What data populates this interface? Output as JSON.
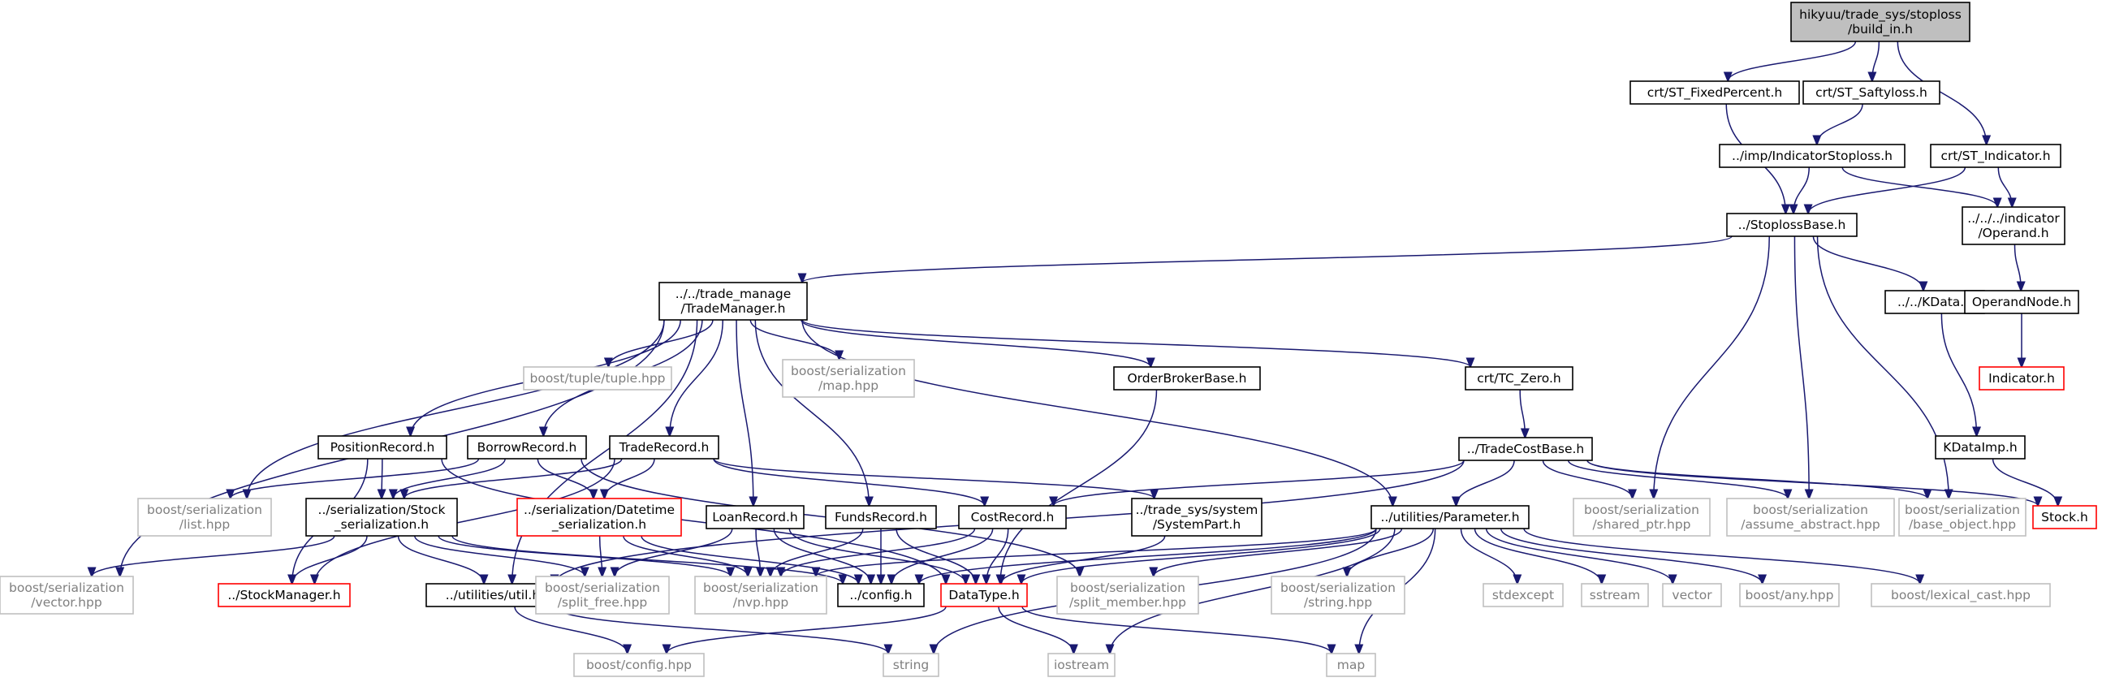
{
  "nodes": [
    {
      "id": "root",
      "lines": [
        "hikyuu/trade_sys/stoploss",
        "/build_in.h"
      ],
      "style": "root"
    },
    {
      "id": "fixedpercent",
      "lines": [
        "crt/ST_FixedPercent.h"
      ],
      "style": "normal"
    },
    {
      "id": "saftyloss",
      "lines": [
        "crt/ST_Saftyloss.h"
      ],
      "style": "normal"
    },
    {
      "id": "stindicator",
      "lines": [
        "crt/ST_Indicator.h"
      ],
      "style": "normal"
    },
    {
      "id": "indicatorstoploss",
      "lines": [
        "../imp/IndicatorStoploss.h"
      ],
      "style": "normal"
    },
    {
      "id": "stoplossbase",
      "lines": [
        "../StoplossBase.h"
      ],
      "style": "normal"
    },
    {
      "id": "operand",
      "lines": [
        "../../../indicator",
        "/Operand.h"
      ],
      "style": "normal"
    },
    {
      "id": "trademanager",
      "lines": [
        "../../trade_manage",
        "/TradeManager.h"
      ],
      "style": "normal"
    },
    {
      "id": "kdata",
      "lines": [
        "../../KData.h"
      ],
      "style": "normal"
    },
    {
      "id": "operandnode",
      "lines": [
        "OperandNode.h"
      ],
      "style": "normal"
    },
    {
      "id": "tuple",
      "lines": [
        "boost/tuple/tuple.hpp"
      ],
      "style": "missing"
    },
    {
      "id": "sermap",
      "lines": [
        "boost/serialization",
        "/map.hpp"
      ],
      "style": "missing"
    },
    {
      "id": "orderbroker",
      "lines": [
        "OrderBrokerBase.h"
      ],
      "style": "normal"
    },
    {
      "id": "tczero",
      "lines": [
        "crt/TC_Zero.h"
      ],
      "style": "normal"
    },
    {
      "id": "indicator",
      "lines": [
        "Indicator.h"
      ],
      "style": "red"
    },
    {
      "id": "positionrecord",
      "lines": [
        "PositionRecord.h"
      ],
      "style": "normal"
    },
    {
      "id": "borrowrecord",
      "lines": [
        "BorrowRecord.h"
      ],
      "style": "normal"
    },
    {
      "id": "traderecord",
      "lines": [
        "TradeRecord.h"
      ],
      "style": "normal"
    },
    {
      "id": "tradecostbase",
      "lines": [
        "../TradeCostBase.h"
      ],
      "style": "normal"
    },
    {
      "id": "kdataimp",
      "lines": [
        "KDataImp.h"
      ],
      "style": "normal"
    },
    {
      "id": "serlist",
      "lines": [
        "boost/serialization",
        "/list.hpp"
      ],
      "style": "missing"
    },
    {
      "id": "serstock",
      "lines": [
        "../serialization/Stock",
        "_serialization.h"
      ],
      "style": "normal"
    },
    {
      "id": "serdatetime",
      "lines": [
        "../serialization/Datetime",
        "_serialization.h"
      ],
      "style": "red"
    },
    {
      "id": "loanrecord",
      "lines": [
        "LoanRecord.h"
      ],
      "style": "normal"
    },
    {
      "id": "fundsrecord",
      "lines": [
        "FundsRecord.h"
      ],
      "style": "normal"
    },
    {
      "id": "costrecord",
      "lines": [
        "CostRecord.h"
      ],
      "style": "normal"
    },
    {
      "id": "systempart",
      "lines": [
        "../trade_sys/system",
        "/SystemPart.h"
      ],
      "style": "normal"
    },
    {
      "id": "parameter",
      "lines": [
        "../utilities/Parameter.h"
      ],
      "style": "normal"
    },
    {
      "id": "sharedptr",
      "lines": [
        "boost/serialization",
        "/shared_ptr.hpp"
      ],
      "style": "missing"
    },
    {
      "id": "assumeabstract",
      "lines": [
        "boost/serialization",
        "/assume_abstract.hpp"
      ],
      "style": "missing"
    },
    {
      "id": "baseobject",
      "lines": [
        "boost/serialization",
        "/base_object.hpp"
      ],
      "style": "missing"
    },
    {
      "id": "stock",
      "lines": [
        "Stock.h"
      ],
      "style": "red"
    },
    {
      "id": "servector",
      "lines": [
        "boost/serialization",
        "/vector.hpp"
      ],
      "style": "missing"
    },
    {
      "id": "stockmanager",
      "lines": [
        "../StockManager.h"
      ],
      "style": "red"
    },
    {
      "id": "util",
      "lines": [
        "../utilities/util.h"
      ],
      "style": "normal"
    },
    {
      "id": "splitfree",
      "lines": [
        "boost/serialization",
        "/split_free.hpp"
      ],
      "style": "missing"
    },
    {
      "id": "nvp",
      "lines": [
        "boost/serialization",
        "/nvp.hpp"
      ],
      "style": "missing"
    },
    {
      "id": "config",
      "lines": [
        "../config.h"
      ],
      "style": "normal"
    },
    {
      "id": "datatype",
      "lines": [
        "DataType.h"
      ],
      "style": "red"
    },
    {
      "id": "splitmember",
      "lines": [
        "boost/serialization",
        "/split_member.hpp"
      ],
      "style": "missing"
    },
    {
      "id": "serstring",
      "lines": [
        "boost/serialization",
        "/string.hpp"
      ],
      "style": "missing"
    },
    {
      "id": "stdexcept",
      "lines": [
        "stdexcept"
      ],
      "style": "missing"
    },
    {
      "id": "sstream",
      "lines": [
        "sstream"
      ],
      "style": "missing"
    },
    {
      "id": "vector",
      "lines": [
        "vector"
      ],
      "style": "missing"
    },
    {
      "id": "any",
      "lines": [
        "boost/any.hpp"
      ],
      "style": "missing"
    },
    {
      "id": "lexicalcast",
      "lines": [
        "boost/lexical_cast.hpp"
      ],
      "style": "missing"
    },
    {
      "id": "boostconfig",
      "lines": [
        "boost/config.hpp"
      ],
      "style": "missing"
    },
    {
      "id": "string",
      "lines": [
        "string"
      ],
      "style": "missing"
    },
    {
      "id": "iostream",
      "lines": [
        "iostream"
      ],
      "style": "missing"
    },
    {
      "id": "map",
      "lines": [
        "map"
      ],
      "style": "missing"
    }
  ],
  "edges": [
    [
      "root",
      "fixedpercent"
    ],
    [
      "root",
      "saftyloss"
    ],
    [
      "root",
      "stindicator"
    ],
    [
      "fixedpercent",
      "stoplossbase"
    ],
    [
      "saftyloss",
      "indicatorstoploss"
    ],
    [
      "indicatorstoploss",
      "stoplossbase"
    ],
    [
      "indicatorstoploss",
      "operand"
    ],
    [
      "stindicator",
      "stoplossbase"
    ],
    [
      "stindicator",
      "operand"
    ],
    [
      "operand",
      "operandnode"
    ],
    [
      "operandnode",
      "indicator"
    ],
    [
      "stoplossbase",
      "trademanager"
    ],
    [
      "stoplossbase",
      "kdata"
    ],
    [
      "stoplossbase",
      "sharedptr"
    ],
    [
      "stoplossbase",
      "assumeabstract"
    ],
    [
      "stoplossbase",
      "baseobject"
    ],
    [
      "kdata",
      "kdataimp"
    ],
    [
      "kdataimp",
      "stock"
    ],
    [
      "trademanager",
      "tuple"
    ],
    [
      "trademanager",
      "sermap"
    ],
    [
      "trademanager",
      "orderbroker"
    ],
    [
      "trademanager",
      "tczero"
    ],
    [
      "trademanager",
      "positionrecord"
    ],
    [
      "trademanager",
      "borrowrecord"
    ],
    [
      "trademanager",
      "traderecord"
    ],
    [
      "trademanager",
      "loanrecord"
    ],
    [
      "trademanager",
      "fundsrecord"
    ],
    [
      "trademanager",
      "parameter"
    ],
    [
      "trademanager",
      "serlist"
    ],
    [
      "trademanager",
      "servector"
    ],
    [
      "trademanager",
      "util"
    ],
    [
      "orderbroker",
      "datatype"
    ],
    [
      "tczero",
      "tradecostbase"
    ],
    [
      "tradecostbase",
      "parameter"
    ],
    [
      "tradecostbase",
      "costrecord"
    ],
    [
      "tradecostbase",
      "sharedptr"
    ],
    [
      "tradecostbase",
      "assumeabstract"
    ],
    [
      "tradecostbase",
      "baseobject"
    ],
    [
      "tradecostbase",
      "stock"
    ],
    [
      "tradecostbase",
      "util"
    ],
    [
      "positionrecord",
      "serstock"
    ],
    [
      "positionrecord",
      "stockmanager"
    ],
    [
      "positionrecord",
      "datatype"
    ],
    [
      "borrowrecord",
      "serstock"
    ],
    [
      "borrowrecord",
      "serdatetime"
    ],
    [
      "borrowrecord",
      "serlist"
    ],
    [
      "borrowrecord",
      "splitmember"
    ],
    [
      "traderecord",
      "serstock"
    ],
    [
      "traderecord",
      "serdatetime"
    ],
    [
      "traderecord",
      "systempart"
    ],
    [
      "traderecord",
      "stockmanager"
    ],
    [
      "traderecord",
      "costrecord"
    ],
    [
      "serstock",
      "servector"
    ],
    [
      "serstock",
      "stockmanager"
    ],
    [
      "serstock",
      "util"
    ],
    [
      "serstock",
      "splitfree"
    ],
    [
      "serstock",
      "nvp"
    ],
    [
      "serstock",
      "config"
    ],
    [
      "serdatetime",
      "splitfree"
    ],
    [
      "serdatetime",
      "nvp"
    ],
    [
      "serdatetime",
      "config"
    ],
    [
      "loanrecord",
      "nvp"
    ],
    [
      "loanrecord",
      "splitfree"
    ],
    [
      "loanrecord",
      "config"
    ],
    [
      "loanrecord",
      "datatype"
    ],
    [
      "fundsrecord",
      "nvp"
    ],
    [
      "fundsrecord",
      "config"
    ],
    [
      "fundsrecord",
      "datatype"
    ],
    [
      "costrecord",
      "config"
    ],
    [
      "costrecord",
      "datatype"
    ],
    [
      "costrecord",
      "nvp"
    ],
    [
      "systempart",
      "datatype"
    ],
    [
      "parameter",
      "config"
    ],
    [
      "parameter",
      "datatype"
    ],
    [
      "parameter",
      "nvp"
    ],
    [
      "parameter",
      "splitmember"
    ],
    [
      "parameter",
      "serstring"
    ],
    [
      "parameter",
      "stdexcept"
    ],
    [
      "parameter",
      "sstream"
    ],
    [
      "parameter",
      "vector"
    ],
    [
      "parameter",
      "any"
    ],
    [
      "parameter",
      "lexicalcast"
    ],
    [
      "parameter",
      "string"
    ],
    [
      "parameter",
      "iostream"
    ],
    [
      "parameter",
      "map"
    ],
    [
      "util",
      "boostconfig"
    ],
    [
      "util",
      "string"
    ],
    [
      "datatype",
      "boostconfig"
    ],
    [
      "datatype",
      "iostream"
    ],
    [
      "datatype",
      "map"
    ]
  ]
}
